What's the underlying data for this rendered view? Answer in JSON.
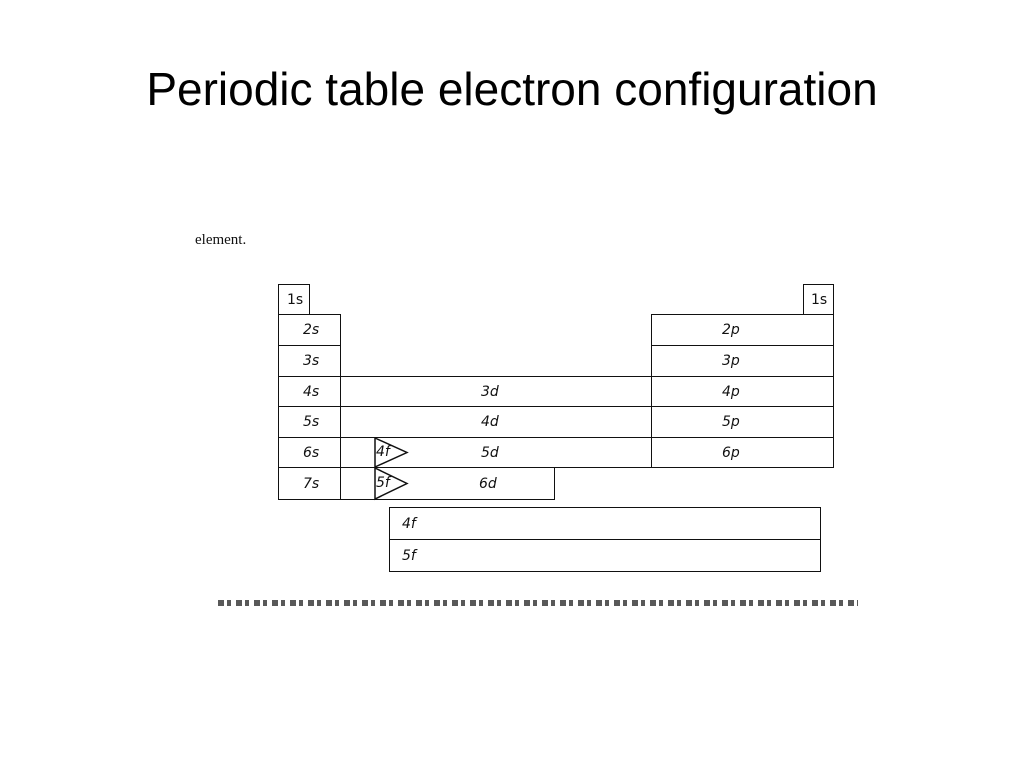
{
  "slide": {
    "title": "Periodic table electron configuration"
  },
  "figure": {
    "caption": "element.",
    "blocks": {
      "h_1s": "1s",
      "he_1s": "1s",
      "s": [
        "2s",
        "3s",
        "4s",
        "5s",
        "6s",
        "7s"
      ],
      "p": [
        "2p",
        "3p",
        "4p",
        "5p",
        "6p"
      ],
      "d": [
        "3d",
        "4d",
        "5d",
        "6d"
      ],
      "f_inline": [
        "4f",
        "5f"
      ],
      "f_rows": [
        "4f",
        "5f"
      ]
    }
  }
}
